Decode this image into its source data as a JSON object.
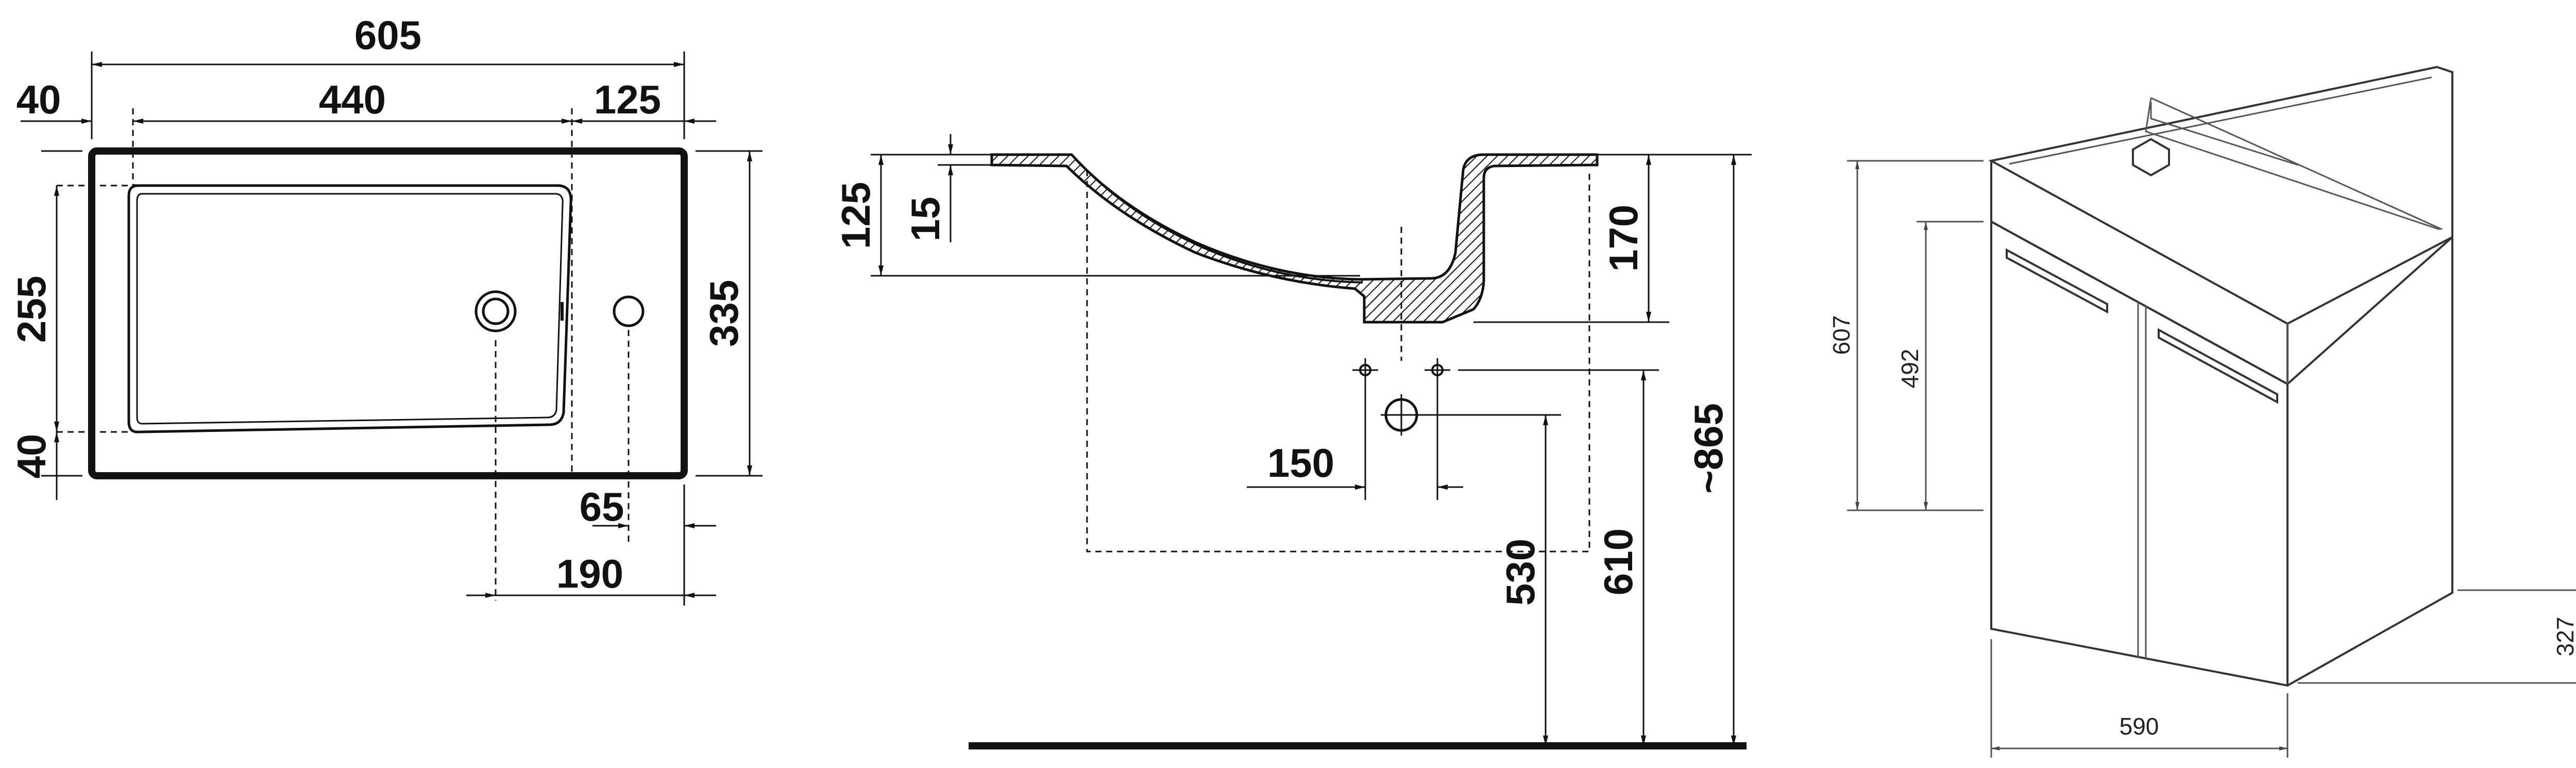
{
  "top_view": {
    "overall_width": "605",
    "left_margin": "40",
    "bowl_width": "440",
    "right_deck": "125",
    "bowl_depth": "255",
    "front_margin": "40",
    "overall_depth": "335",
    "tap_offset": "65",
    "tap_to_edge": "190"
  },
  "side_view": {
    "depth": "125",
    "rim": "15",
    "bowl_height": "170",
    "waste_spacing": "150",
    "waste_height": "530",
    "supply_height": "610",
    "rim_height": "~865"
  },
  "cabinet_view": {
    "height": "607",
    "door_height": "492",
    "width": "590",
    "plinth": "327"
  }
}
